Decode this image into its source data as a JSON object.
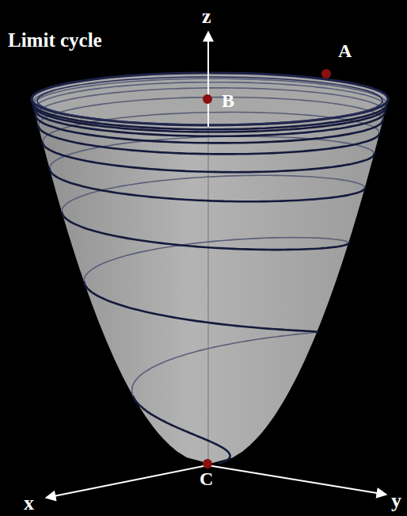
{
  "diagram": {
    "labels": [
      "Limit cycle",
      "z",
      "A",
      "B",
      "C",
      "x",
      "y"
    ]
  }
}
